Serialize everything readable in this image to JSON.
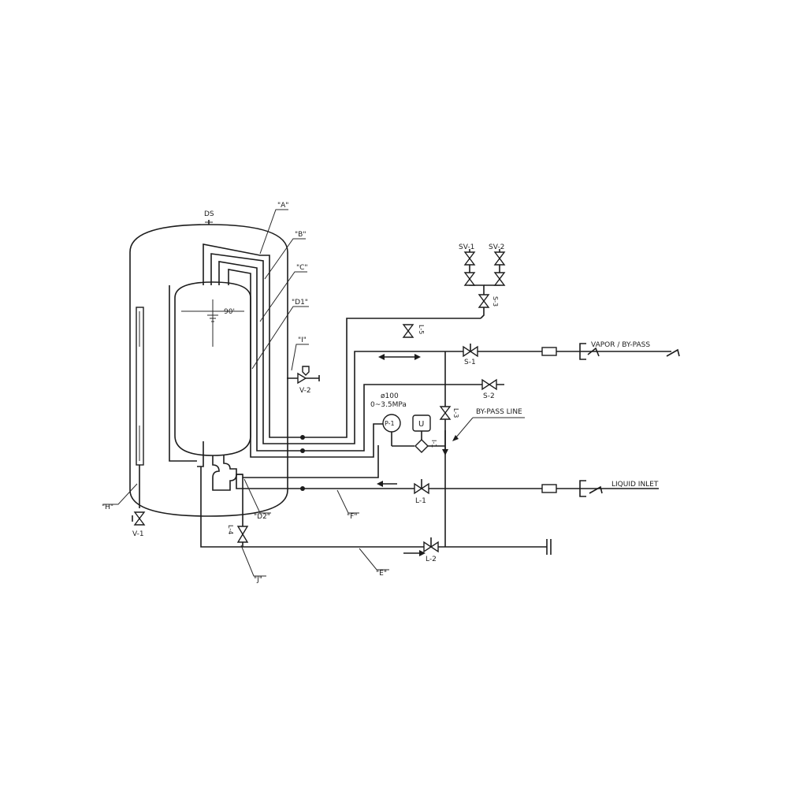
{
  "labels": {
    "ds": "DS",
    "A": "\"A\"",
    "B": "\"B\"",
    "C": "\"C\"",
    "D1": "\"D1\"",
    "D2": "\"D2\"",
    "E": "\"E\"",
    "F": "\"F\"",
    "H": "\"H\"",
    "I": "\"I\"",
    "J": "\"J\"",
    "level": "90'"
  },
  "valves": {
    "sv1": "SV-1",
    "sv2": "SV-2",
    "s1": "S-1",
    "s2": "S-2",
    "s3": "S-3",
    "l1": "L-1",
    "l2": "L-2",
    "l3": "L-3",
    "l4": "L-4",
    "l5": "L-5",
    "v1": "V-1",
    "v2": "V-2",
    "i1": "I-1"
  },
  "instruments": {
    "p1": "P-1",
    "u": "U",
    "gauge_size": "ø100",
    "gauge_range": "0~3.5MPa"
  },
  "lines": {
    "vapor": "VAPOR / BY-PASS",
    "liquid": "LIQUID INLET",
    "bypass": "BY-PASS LINE"
  },
  "colors": {
    "line": "#1c1c1c",
    "background": "#ffffff"
  }
}
